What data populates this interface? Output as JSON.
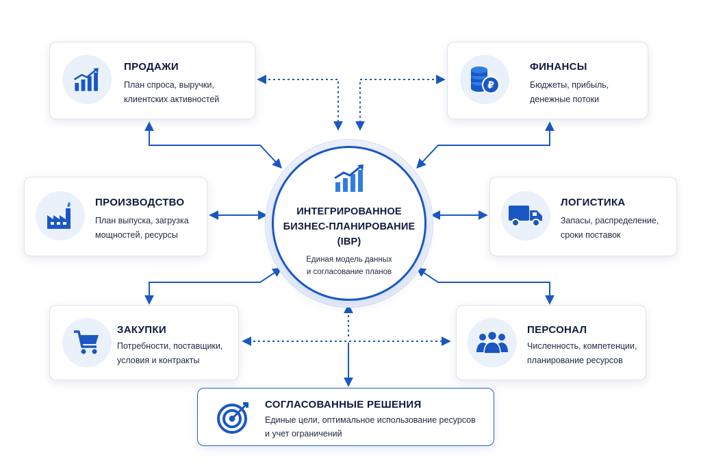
{
  "hub": {
    "title_lines": [
      "ИНТЕГРИРОВАННОЕ",
      "БИЗНЕС-ПЛАНИРОВАНИЕ",
      "(IBP)"
    ],
    "subtitle_lines": [
      "Единая модель данных",
      "и согласование планов"
    ],
    "icon": "growth-chart-icon"
  },
  "cards": {
    "sales": {
      "title": "ПРОДАЖИ",
      "desc": [
        "План спроса, выручки,",
        "клиентских активностей"
      ],
      "icon": "growth-chart-icon"
    },
    "finance": {
      "title": "ФИНАНСЫ",
      "desc": [
        "Бюджеты, прибыль,",
        "денежные потоки"
      ],
      "icon": "coins-ruble-icon"
    },
    "production": {
      "title": "ПРОИЗВОДСТВО",
      "desc": [
        "План выпуска, загрузка",
        "мощностей, ресурсы"
      ],
      "icon": "factory-icon"
    },
    "logistics": {
      "title": "ЛОГИСТИКА",
      "desc": [
        "Запасы, распределение,",
        "сроки поставок"
      ],
      "icon": "truck-icon"
    },
    "procurement": {
      "title": "ЗАКУПКИ",
      "desc": [
        "Потребности, поставщики,",
        "условия и контракты"
      ],
      "icon": "shopping-cart-icon"
    },
    "personnel": {
      "title": "ПЕРСОНАЛ",
      "desc": [
        "Численность, компетенции,",
        "планирование ресурсов"
      ],
      "icon": "people-group-icon"
    },
    "decisions": {
      "title": "СОГЛАСОВАННЫЕ РЕШЕНИЯ",
      "desc": [
        "Единые цели, оптимальное использование ресурсов",
        "и учет ограничений"
      ],
      "icon": "target-icon"
    }
  },
  "colors": {
    "primary": "#1a57c4",
    "accent": "#2f7de1",
    "text": "#0f1b3d",
    "icon_bg": "#eaf1fb"
  }
}
